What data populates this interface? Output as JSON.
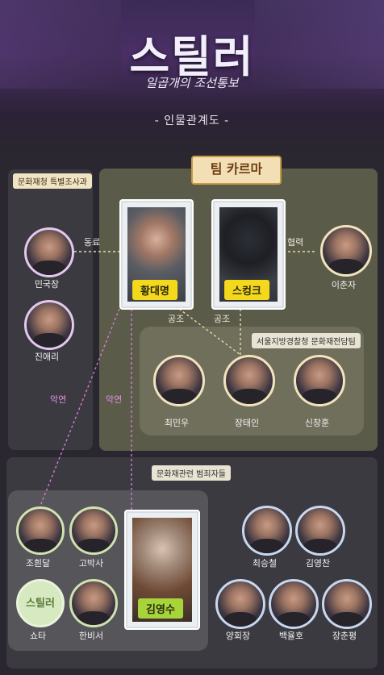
{
  "header": {
    "logo_text": "스틸러",
    "logo_sub": "일곱개의 조선통보",
    "chart_title": "- 인물관계도 -"
  },
  "groups": {
    "cultural_heritage_agency": "문화재청 특별조사과",
    "team_karma": "팀 카르마",
    "seoul_police": "서울지방경찰청 문화재전담팀",
    "criminals": "문화재관련 범죄자들"
  },
  "characters": {
    "min_gukjang": "민국장",
    "jin_aeri": "진애리",
    "hwang_daemyeong": "황대명",
    "skunk": "스컹크",
    "lee_chunja": "이춘자",
    "choi_minwoo": "최민우",
    "jang_taein": "장태인",
    "shin_changhun": "신창훈",
    "jo_heondal": "조흰달",
    "go_baksa": "고박사",
    "shota": "쇼타",
    "han_biseo": "한비서",
    "kim_youngsu": "김영수",
    "choi_seungcheol": "최승철",
    "kim_youngchan": "김영찬",
    "yang_hoejang": "양회장",
    "baek_yulho": "백율호",
    "jang_chunpyeong": "장춘평"
  },
  "relations": {
    "coworker": "동료",
    "cooperation": "협력",
    "assist_1": "공조",
    "assist_2": "공조",
    "bad_blood_1": "악연",
    "bad_blood_2": "악연"
  },
  "shota_logo": "스틸러",
  "colors": {
    "accent_yellow": "#f4d81c",
    "accent_green": "#a7d43b",
    "bad_blood_pink": "#e28fe0",
    "karma_panel": "#5b5b4a"
  }
}
